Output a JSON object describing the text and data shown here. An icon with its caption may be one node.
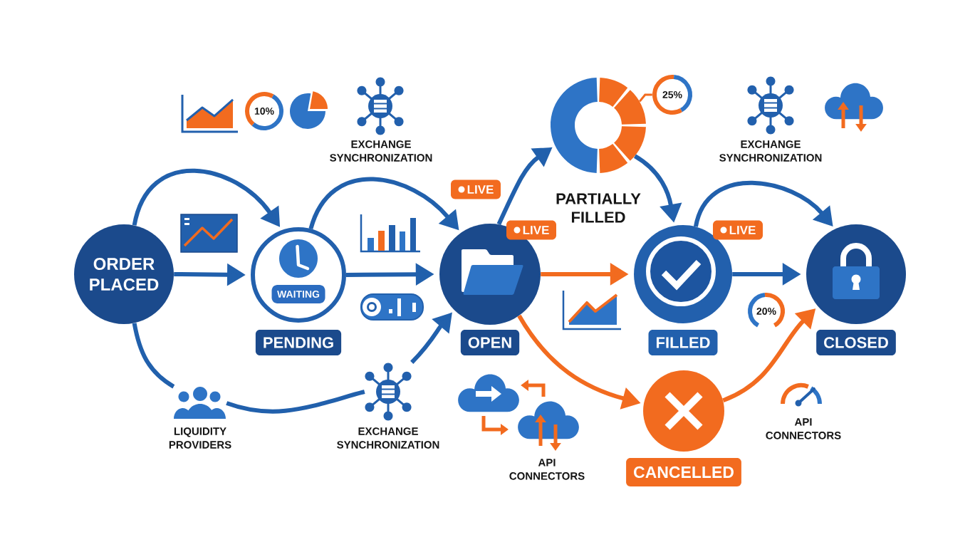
{
  "diagram": {
    "nodes": [
      {
        "text": [
          "ORDER PLACED"
        ]
      },
      {
        "text": [
          "PENDING"
        ]
      },
      {
        "text": [
          "WAITING"
        ],
        "in": 1
      },
      {
        "text": [
          "OPEN"
        ]
      },
      {
        "text": [
          "PARTIALLY FILLED"
        ]
      },
      {
        "text": [
          "FILLED"
        ]
      },
      {
        "text": [
          "CLOSED"
        ]
      },
      {
        "text": [
          "CANCELLED"
        ]
      },
      {
        "text": [
          "LIQUIDITY PROVIDERS"
        ]
      },
      {
        "text": [
          "EXCHANGE SYNCHRONIZATION"
        ]
      },
      {
        "text": [
          "LIVE"
        ]
      },
      {
        "text": [
          "LIVE"
        ]
      },
      {
        "text": [
          "LIVE"
        ]
      },
      {
        "text": [
          "10%"
        ]
      },
      {
        "text": [
          "25%"
        ]
      },
      {
        "text": [
          "20%"
        ]
      }
    ],
    "edges": [
      {
        "from": 0,
        "to": 1,
        "arrow": "to"
      },
      {
        "from": 0,
        "to": 1,
        "arrow": "to"
      },
      {
        "from": 0,
        "to": 8,
        "arrow": "none"
      },
      {
        "from": 8,
        "to": 9,
        "arrow": "none"
      },
      {
        "from": 9,
        "to": 3,
        "arrow": "to"
      },
      {
        "from": 1,
        "to": 3,
        "arrow": "to"
      },
      {
        "from": 1,
        "to": 3,
        "arrow": "to"
      },
      {
        "from": 3,
        "to": 4,
        "arrow": "to"
      },
      {
        "from": 4,
        "to": 5,
        "arrow": "to"
      },
      {
        "from": 3,
        "to": 5,
        "arrow": "to",
        "color": "#f26b1f"
      },
      {
        "from": 3,
        "to": 7,
        "arrow": "to",
        "color": "#f26b1f"
      },
      {
        "from": 5,
        "to": 6,
        "arrow": "to"
      },
      {
        "from": 5,
        "to": 6,
        "arrow": "to"
      },
      {
        "from": 7,
        "to": 6,
        "arrow": "to",
        "color": "#f26b1f"
      },
      {
        "from": 14,
        "to": 4,
        "arrow": "none",
        "color": "#f26b1f"
      }
    ],
    "labels": [
      "EXCHANGE SYNCHRONIZATION",
      "EXCHANGE SYNCHRONIZATION",
      "API CONNECTORS",
      "API CONNECTORS"
    ]
  }
}
